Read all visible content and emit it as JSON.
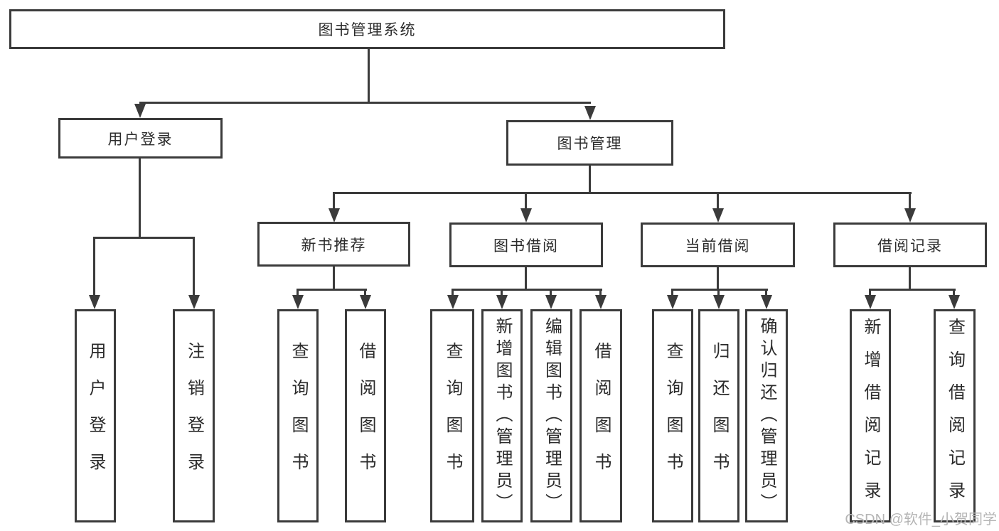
{
  "diagram": {
    "title": "图书管理系统",
    "watermark": "CSDN @软件_小贺同学",
    "colors": {
      "line": "#3b3b3b",
      "text": "#2b2b2b",
      "watermark": "#b5b5b5",
      "background": "#ffffff"
    }
  },
  "nodes": {
    "root": {
      "label": "图书管理系统"
    },
    "level2": [
      {
        "label": "用户登录"
      },
      {
        "label": "图书管理"
      }
    ],
    "level3": [
      {
        "label": "新书推荐"
      },
      {
        "label": "图书借阅"
      },
      {
        "label": "当前借阅"
      },
      {
        "label": "借阅记录"
      }
    ],
    "leaves": {
      "user_login": [
        {
          "label": "用户登录"
        },
        {
          "label": "注销登录"
        }
      ],
      "new_book_rec": [
        {
          "label": "查询图书"
        },
        {
          "label": "借阅图书"
        }
      ],
      "book_borrow": [
        {
          "label": "查询图书"
        },
        {
          "label": "新增图书（管理员）"
        },
        {
          "label": "编辑图书（管理员）"
        },
        {
          "label": "借阅图书"
        }
      ],
      "current_borrow": [
        {
          "label": "查询图书"
        },
        {
          "label": "归还图书"
        },
        {
          "label": "确认归还（管理员）"
        }
      ],
      "borrow_records": [
        {
          "label": "新增借阅记录"
        },
        {
          "label": "查询借阅记录"
        }
      ]
    }
  }
}
